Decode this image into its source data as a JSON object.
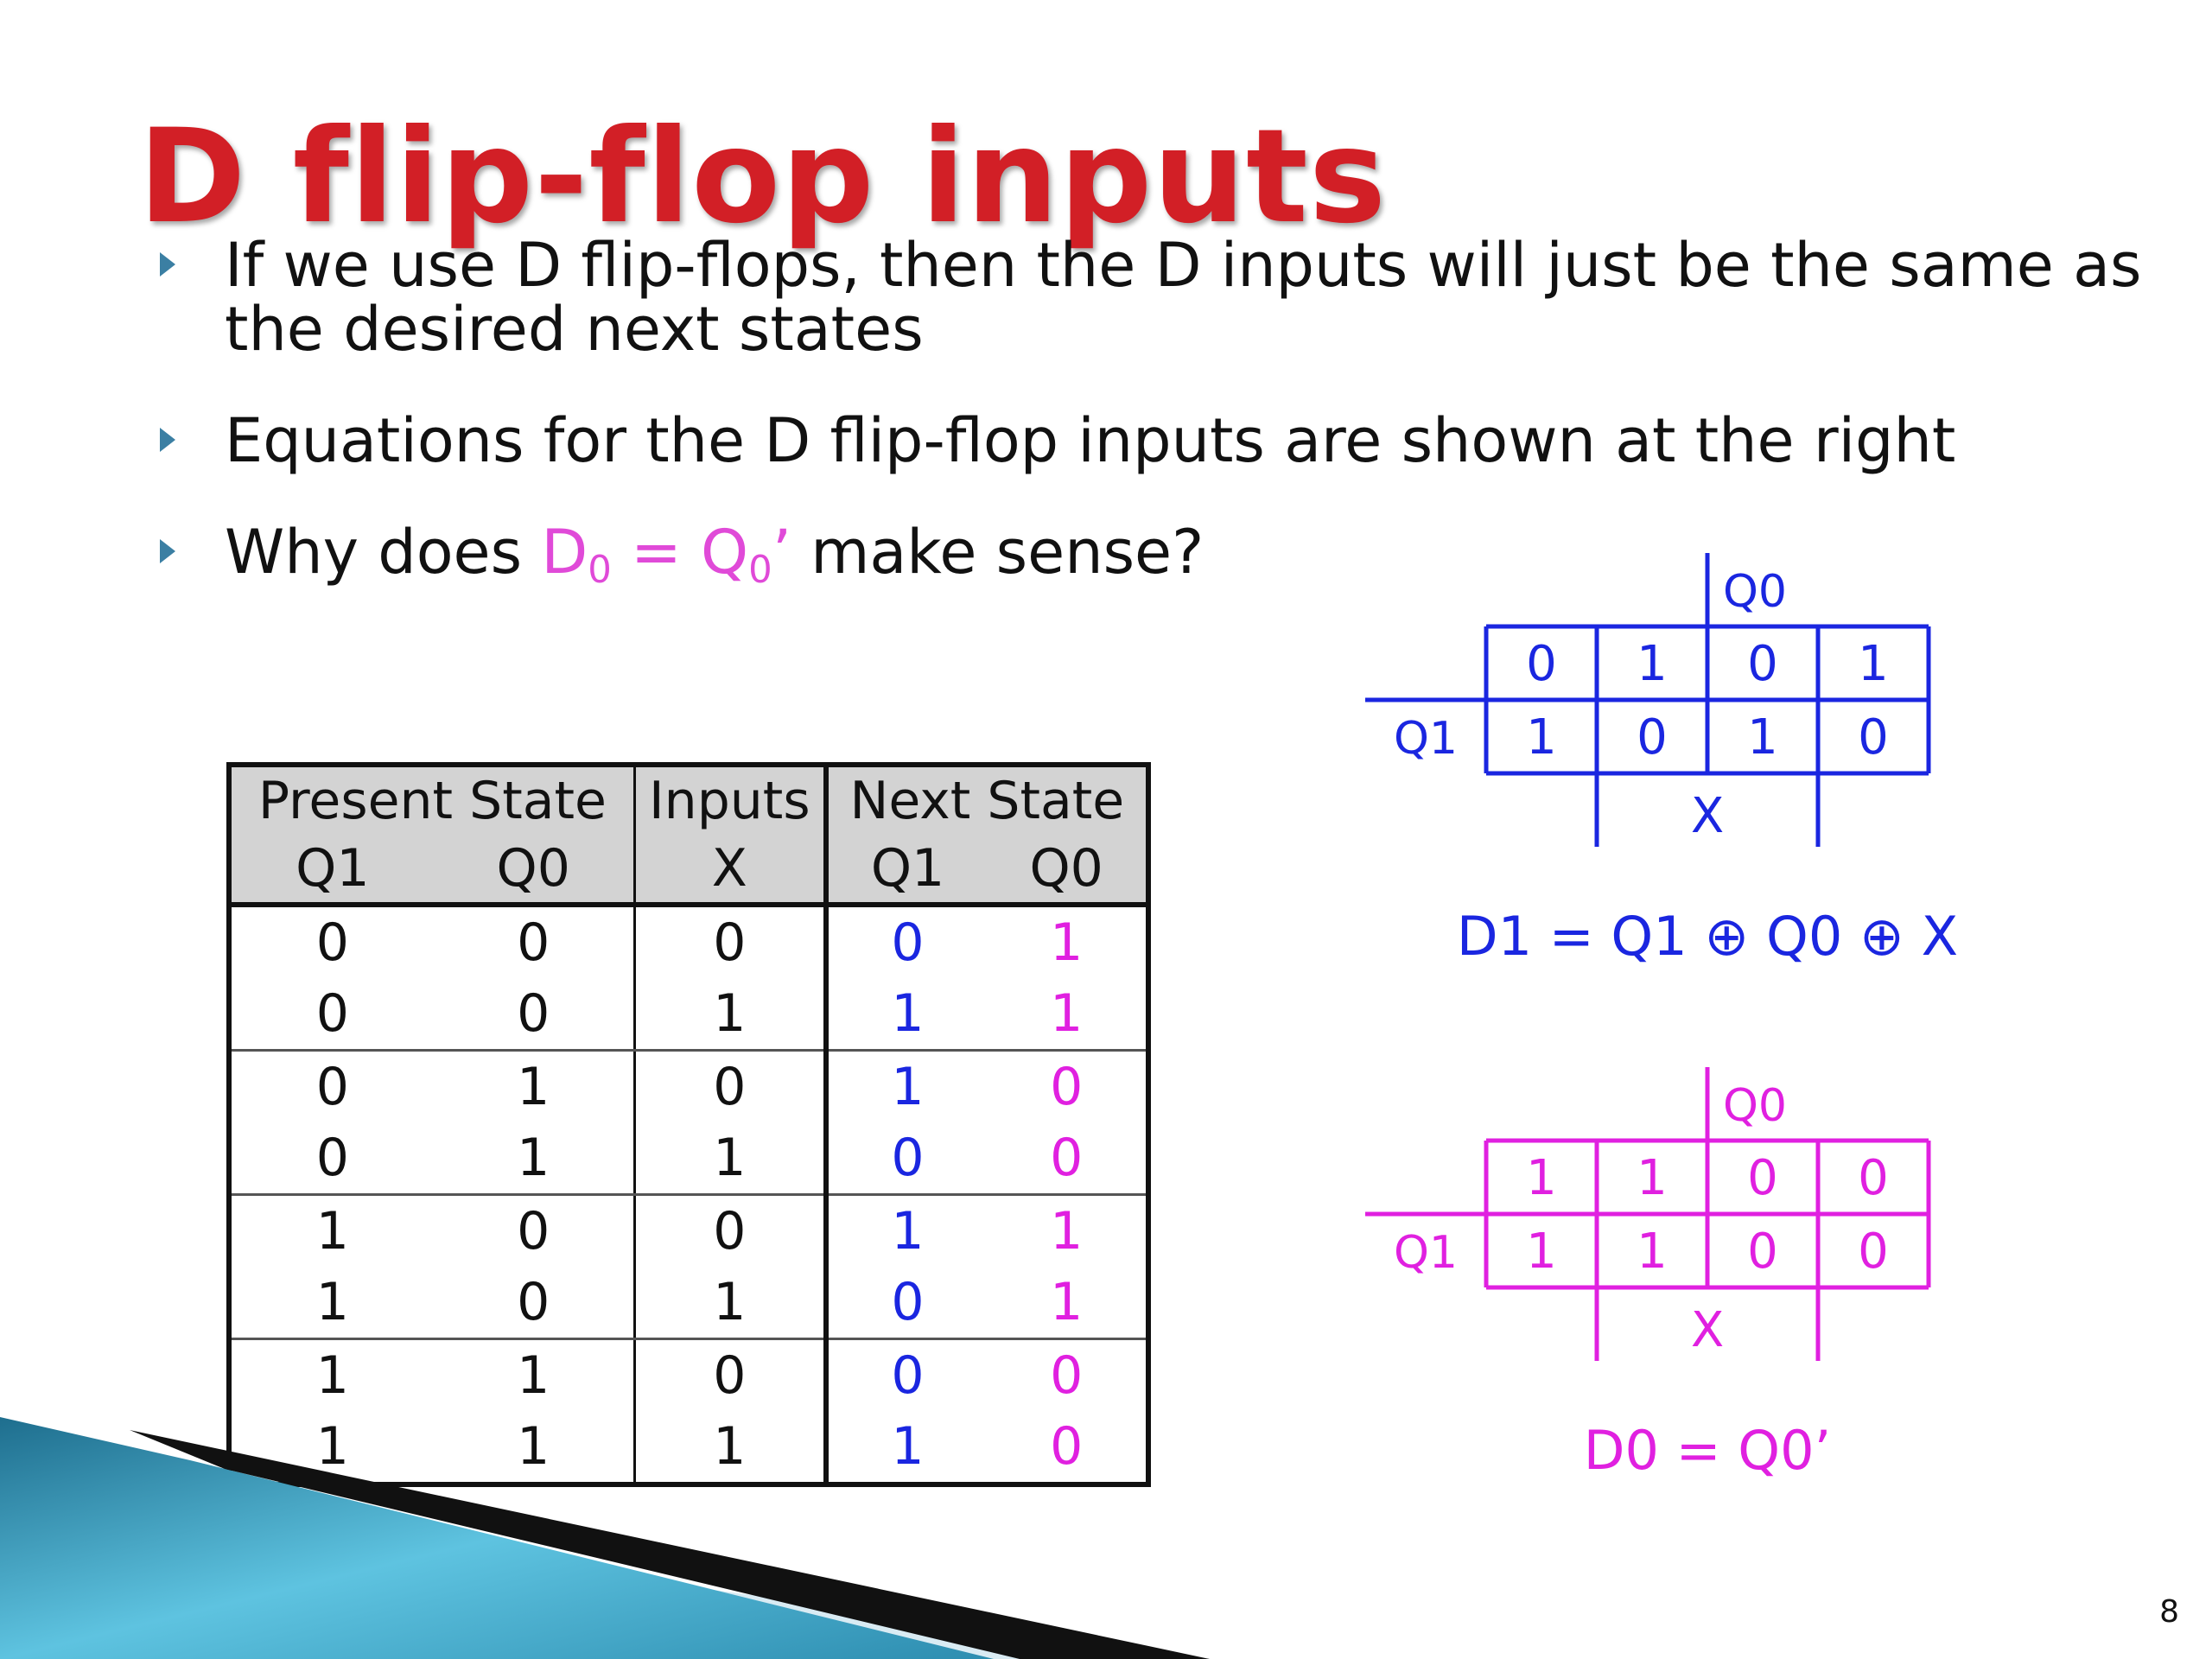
{
  "title": "D flip-flop inputs",
  "bullets": {
    "b1": "If we use D flip-flops, then the D inputs will just be the same as the desired next states",
    "b2": "Equations for the D flip-flop inputs are shown at the right",
    "b3_pre": "Why does ",
    "b3_eq_d": "D",
    "b3_eq_d_sub": "0",
    "b3_eq_mid": " = Q",
    "b3_eq_q_sub": "0",
    "b3_eq_post": "’",
    "b3_post": " make sense?"
  },
  "table": {
    "head1": [
      "Present State",
      "Inputs",
      "Next State"
    ],
    "head2": [
      "Q1",
      "Q0",
      "X",
      "Q1",
      "Q0"
    ],
    "rows": [
      [
        "0",
        "0",
        "0",
        "0",
        "1"
      ],
      [
        "0",
        "0",
        "1",
        "1",
        "1"
      ],
      [
        "0",
        "1",
        "0",
        "1",
        "0"
      ],
      [
        "0",
        "1",
        "1",
        "0",
        "0"
      ],
      [
        "1",
        "0",
        "0",
        "1",
        "1"
      ],
      [
        "1",
        "0",
        "1",
        "0",
        "1"
      ],
      [
        "1",
        "1",
        "0",
        "0",
        "0"
      ],
      [
        "1",
        "1",
        "1",
        "1",
        "0"
      ]
    ]
  },
  "kmap1": {
    "col_label": "Q0",
    "row_label": "Q1",
    "bottom_label": "X",
    "row0": [
      "0",
      "1",
      "0",
      "1"
    ],
    "row1": [
      "1",
      "0",
      "1",
      "0"
    ],
    "equation": "D1 = Q1 ⊕ Q0 ⊕ X",
    "color": "#1a26e0"
  },
  "kmap2": {
    "col_label": "Q0",
    "row_label": "Q1",
    "bottom_label": "X",
    "row0": [
      "1",
      "1",
      "0",
      "0"
    ],
    "row1": [
      "1",
      "1",
      "0",
      "0"
    ],
    "equation": "D0 = Q0’",
    "color": "#e020e0"
  },
  "page_number": "8"
}
